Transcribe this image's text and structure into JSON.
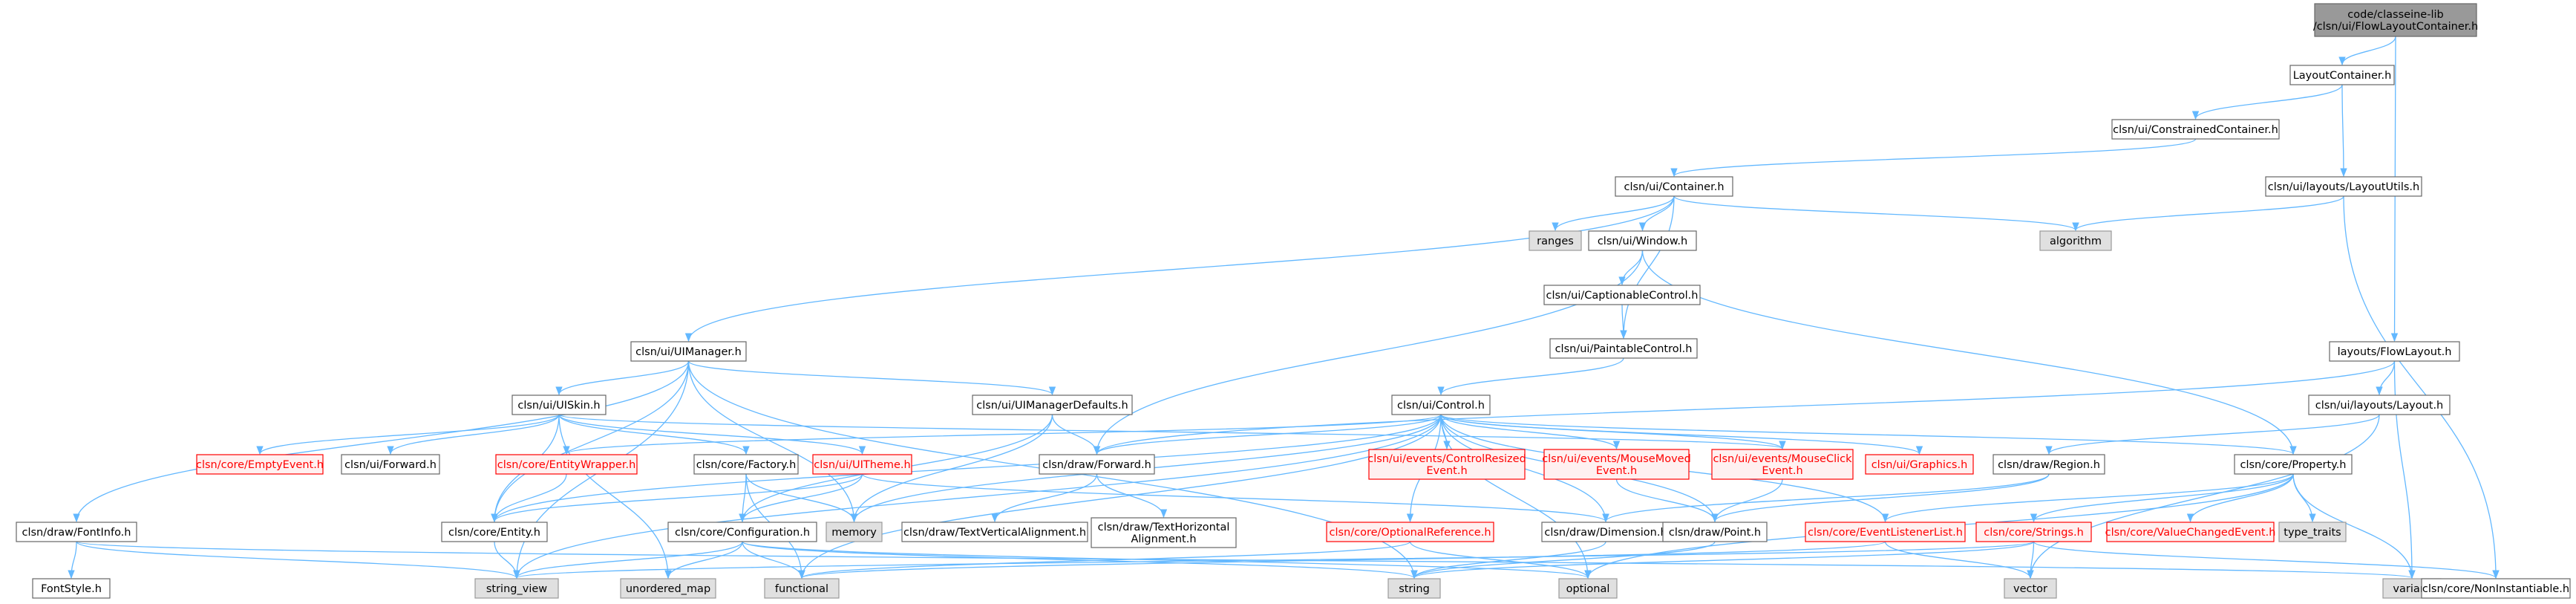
{
  "title": "code/classeine-lib /clsn/ui/FlowLayoutContainer.h",
  "colors": {
    "edge": "#63b8ff",
    "root_fill": "#999999",
    "normal_fill": "#ffffff",
    "normal_stroke": "#666666",
    "std_fill": "#e0e0e0",
    "std_stroke": "#999999",
    "truncated_stroke": "#ff0000",
    "truncated_fill": "#fff0f0",
    "text": "#000000",
    "truncated_text": "#ff0000"
  },
  "nodes": [
    {
      "id": "root",
      "kind": "root",
      "lines": [
        "code/classeine-lib",
        "/clsn/ui/FlowLayoutContainer.h"
      ]
    },
    {
      "id": "LayoutContainer",
      "kind": "normal",
      "lines": [
        "LayoutContainer.h"
      ]
    },
    {
      "id": "ConstrainedContainer",
      "kind": "normal",
      "lines": [
        "clsn/ui/ConstrainedContainer.h"
      ]
    },
    {
      "id": "LayoutUtils",
      "kind": "normal",
      "lines": [
        "clsn/ui/layouts/LayoutUtils.h"
      ]
    },
    {
      "id": "Container",
      "kind": "normal",
      "lines": [
        "clsn/ui/Container.h"
      ]
    },
    {
      "id": "ranges",
      "kind": "std",
      "lines": [
        "ranges"
      ]
    },
    {
      "id": "Window",
      "kind": "normal",
      "lines": [
        "clsn/ui/Window.h"
      ]
    },
    {
      "id": "algorithm",
      "kind": "std",
      "lines": [
        "algorithm"
      ]
    },
    {
      "id": "CaptionableControl",
      "kind": "normal",
      "lines": [
        "clsn/ui/CaptionableControl.h"
      ]
    },
    {
      "id": "PaintableControl",
      "kind": "normal",
      "lines": [
        "clsn/ui/PaintableControl.h"
      ]
    },
    {
      "id": "UIManager",
      "kind": "normal",
      "lines": [
        "clsn/ui/UIManager.h"
      ]
    },
    {
      "id": "FlowLayout",
      "kind": "normal",
      "lines": [
        "layouts/FlowLayout.h"
      ]
    },
    {
      "id": "UISkin",
      "kind": "normal",
      "lines": [
        "clsn/ui/UISkin.h"
      ]
    },
    {
      "id": "UIManagerDefaults",
      "kind": "normal",
      "lines": [
        "clsn/ui/UIManagerDefaults.h"
      ]
    },
    {
      "id": "Control",
      "kind": "normal",
      "lines": [
        "clsn/ui/Control.h"
      ]
    },
    {
      "id": "Layout",
      "kind": "normal",
      "lines": [
        "clsn/ui/layouts/Layout.h"
      ]
    },
    {
      "id": "EmptyEvent",
      "kind": "truncated",
      "lines": [
        "clsn/core/EmptyEvent.h"
      ]
    },
    {
      "id": "UIForward",
      "kind": "normal",
      "lines": [
        "clsn/ui/Forward.h"
      ]
    },
    {
      "id": "EntityWrapper",
      "kind": "truncated",
      "lines": [
        "clsn/core/EntityWrapper.h"
      ]
    },
    {
      "id": "Factory",
      "kind": "normal",
      "lines": [
        "clsn/core/Factory.h"
      ]
    },
    {
      "id": "UITheme",
      "kind": "truncated",
      "lines": [
        "clsn/ui/UITheme.h"
      ]
    },
    {
      "id": "DrawForward",
      "kind": "normal",
      "lines": [
        "clsn/draw/Forward.h"
      ]
    },
    {
      "id": "ControlResized",
      "kind": "truncated",
      "lines": [
        "clsn/ui/events/ControlResized",
        "Event.h"
      ]
    },
    {
      "id": "MouseMoved",
      "kind": "truncated",
      "lines": [
        "clsn/ui/events/MouseMoved",
        "Event.h"
      ]
    },
    {
      "id": "MouseClick",
      "kind": "truncated",
      "lines": [
        "clsn/ui/events/MouseClick",
        "Event.h"
      ]
    },
    {
      "id": "Graphics",
      "kind": "truncated",
      "lines": [
        "clsn/ui/Graphics.h"
      ]
    },
    {
      "id": "Region",
      "kind": "normal",
      "lines": [
        "clsn/draw/Region.h"
      ]
    },
    {
      "id": "Property",
      "kind": "normal",
      "lines": [
        "clsn/core/Property.h"
      ]
    },
    {
      "id": "FontInfo",
      "kind": "normal",
      "lines": [
        "clsn/draw/FontInfo.h"
      ]
    },
    {
      "id": "Entity",
      "kind": "normal",
      "lines": [
        "clsn/core/Entity.h"
      ]
    },
    {
      "id": "Configuration",
      "kind": "normal",
      "lines": [
        "clsn/core/Configuration.h"
      ]
    },
    {
      "id": "memory",
      "kind": "std",
      "lines": [
        "memory"
      ]
    },
    {
      "id": "TextVertical",
      "kind": "normal",
      "lines": [
        "clsn/draw/TextVerticalAlignment.h"
      ]
    },
    {
      "id": "TextHorizontal",
      "kind": "normal",
      "lines": [
        "clsn/draw/TextHorizontal",
        "Alignment.h"
      ]
    },
    {
      "id": "OptionalReference",
      "kind": "truncated",
      "lines": [
        "clsn/core/OptionalReference.h"
      ]
    },
    {
      "id": "Dimension",
      "kind": "normal",
      "lines": [
        "clsn/draw/Dimension.h"
      ]
    },
    {
      "id": "Point",
      "kind": "normal",
      "lines": [
        "clsn/draw/Point.h"
      ]
    },
    {
      "id": "EventListenerList",
      "kind": "truncated",
      "lines": [
        "clsn/core/EventListenerList.h"
      ]
    },
    {
      "id": "Strings",
      "kind": "truncated",
      "lines": [
        "clsn/core/Strings.h"
      ]
    },
    {
      "id": "ValueChangedEvent",
      "kind": "truncated",
      "lines": [
        "clsn/core/ValueChangedEvent.h"
      ]
    },
    {
      "id": "type_traits",
      "kind": "std",
      "lines": [
        "type_traits"
      ]
    },
    {
      "id": "FontStyle",
      "kind": "normal",
      "lines": [
        "FontStyle.h"
      ]
    },
    {
      "id": "string_view",
      "kind": "std",
      "lines": [
        "string_view"
      ]
    },
    {
      "id": "unordered_map",
      "kind": "std",
      "lines": [
        "unordered_map"
      ]
    },
    {
      "id": "functional",
      "kind": "std",
      "lines": [
        "functional"
      ]
    },
    {
      "id": "string",
      "kind": "std",
      "lines": [
        "string"
      ]
    },
    {
      "id": "optional",
      "kind": "std",
      "lines": [
        "optional"
      ]
    },
    {
      "id": "vector",
      "kind": "std",
      "lines": [
        "vector"
      ]
    },
    {
      "id": "variant",
      "kind": "std",
      "lines": [
        "variant"
      ]
    },
    {
      "id": "NonInstantiable",
      "kind": "normal",
      "lines": [
        "clsn/core/NonInstantiable.h"
      ]
    }
  ],
  "edges": [
    [
      "root",
      "LayoutContainer"
    ],
    [
      "root",
      "FlowLayout"
    ],
    [
      "LayoutContainer",
      "ConstrainedContainer"
    ],
    [
      "LayoutContainer",
      "LayoutUtils"
    ],
    [
      "ConstrainedContainer",
      "Container"
    ],
    [
      "LayoutUtils",
      "algorithm"
    ],
    [
      "LayoutUtils",
      "NonInstantiable"
    ],
    [
      "Container",
      "ranges"
    ],
    [
      "Container",
      "Window"
    ],
    [
      "Container",
      "algorithm"
    ],
    [
      "Container",
      "PaintableControl"
    ],
    [
      "Container",
      "UIManager"
    ],
    [
      "Window",
      "CaptionableControl"
    ],
    [
      "Window",
      "DrawForward"
    ],
    [
      "Window",
      "Property"
    ],
    [
      "CaptionableControl",
      "PaintableControl"
    ],
    [
      "PaintableControl",
      "Control"
    ],
    [
      "UIManager",
      "UISkin"
    ],
    [
      "UIManager",
      "UIManagerDefaults"
    ],
    [
      "UIManager",
      "FontInfo"
    ],
    [
      "UIManager",
      "memory"
    ],
    [
      "UIManager",
      "string"
    ],
    [
      "UIManager",
      "string_view"
    ],
    [
      "UIManager",
      "Entity"
    ],
    [
      "FlowLayout",
      "Layout"
    ],
    [
      "FlowLayout",
      "DrawForward"
    ],
    [
      "FlowLayout",
      "variant"
    ],
    [
      "Layout",
      "Region"
    ],
    [
      "Layout",
      "vector"
    ],
    [
      "UISkin",
      "EmptyEvent"
    ],
    [
      "UISkin",
      "UIForward"
    ],
    [
      "UISkin",
      "Factory"
    ],
    [
      "UISkin",
      "UITheme"
    ],
    [
      "UISkin",
      "Entity"
    ],
    [
      "UISkin",
      "MouseClick"
    ],
    [
      "UISkin",
      "unordered_map"
    ],
    [
      "UIManagerDefaults",
      "DrawForward"
    ],
    [
      "UIManagerDefaults",
      "Configuration"
    ],
    [
      "UIManagerDefaults",
      "memory"
    ],
    [
      "Control",
      "EntityWrapper"
    ],
    [
      "Control",
      "DrawForward"
    ],
    [
      "Control",
      "ControlResized"
    ],
    [
      "Control",
      "MouseMoved"
    ],
    [
      "Control",
      "MouseClick"
    ],
    [
      "Control",
      "Graphics"
    ],
    [
      "Control",
      "Property"
    ],
    [
      "Control",
      "OptionalReference"
    ],
    [
      "Control",
      "Dimension"
    ],
    [
      "Control",
      "Point"
    ],
    [
      "Control",
      "EventListenerList"
    ],
    [
      "Control",
      "Entity"
    ],
    [
      "Control",
      "string_view"
    ],
    [
      "Control",
      "memory"
    ],
    [
      "Control",
      "functional"
    ],
    [
      "Control",
      "optional"
    ],
    [
      "EntityWrapper",
      "Entity"
    ],
    [
      "Factory",
      "Configuration"
    ],
    [
      "Factory",
      "memory"
    ],
    [
      "Factory",
      "functional"
    ],
    [
      "UITheme",
      "Entity"
    ],
    [
      "UITheme",
      "Configuration"
    ],
    [
      "UITheme",
      "Dimension"
    ],
    [
      "DrawForward",
      "TextVertical"
    ],
    [
      "DrawForward",
      "TextHorizontal"
    ],
    [
      "MouseMoved",
      "Point"
    ],
    [
      "MouseClick",
      "Point"
    ],
    [
      "Region",
      "Dimension"
    ],
    [
      "Region",
      "Point"
    ],
    [
      "Property",
      "EventListenerList"
    ],
    [
      "Property",
      "Strings"
    ],
    [
      "Property",
      "ValueChangedEvent"
    ],
    [
      "Property",
      "type_traits"
    ],
    [
      "Property",
      "variant"
    ],
    [
      "Property",
      "optional"
    ],
    [
      "FontInfo",
      "FontStyle"
    ],
    [
      "FontInfo",
      "string_view"
    ],
    [
      "FontInfo",
      "variant"
    ],
    [
      "Entity",
      "string_view"
    ],
    [
      "Configuration",
      "string_view"
    ],
    [
      "Configuration",
      "unordered_map"
    ],
    [
      "Configuration",
      "functional"
    ],
    [
      "Configuration",
      "string"
    ],
    [
      "Configuration",
      "optional"
    ],
    [
      "OptionalReference",
      "functional"
    ],
    [
      "OptionalReference",
      "optional"
    ],
    [
      "Dimension",
      "string"
    ],
    [
      "Point",
      "string"
    ],
    [
      "EventListenerList",
      "vector"
    ],
    [
      "EventListenerList",
      "functional"
    ],
    [
      "Strings",
      "string"
    ],
    [
      "Strings",
      "string_view"
    ],
    [
      "Strings",
      "vector"
    ],
    [
      "Strings",
      "NonInstantiable"
    ]
  ]
}
